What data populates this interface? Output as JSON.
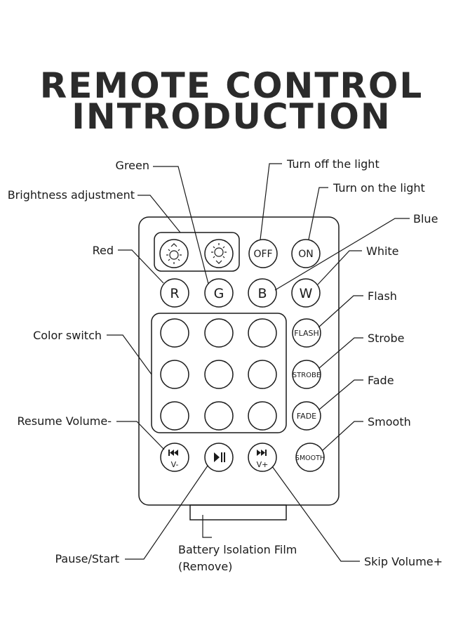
{
  "title_lines": [
    "REMOTE CONTROL",
    "INTRODUCTION"
  ],
  "labels": {
    "green": "Green",
    "brightness": "Brightness adjustment",
    "red": "Red",
    "color_switch": "Color switch",
    "resume_volume": "Resume Volume-",
    "pause_start": "Pause/Start",
    "battery_line1": "Battery lsolation Film",
    "battery_line2": "(Remove)",
    "turn_off": "Turn off the light",
    "turn_on": "Turn on the light",
    "blue": "Blue",
    "white": "White",
    "flash": "Flash",
    "strobe": "Strobe",
    "fade": "Fade",
    "smooth": "Smooth",
    "skip_volume": "Skip Volume+"
  },
  "buttons": {
    "off": "OFF",
    "on": "ON",
    "r": "R",
    "g": "G",
    "b": "B",
    "w": "W",
    "flash": "FLASH",
    "strobe": "STROBE",
    "fade": "FADE",
    "smooth": "SMOOTH",
    "v_minus": "V-",
    "v_plus": "V+"
  },
  "icons": {
    "brightness_up": "sun-up-arrow-icon",
    "brightness_down": "sun-down-arrow-icon",
    "previous": "previous-track-icon",
    "play_pause": "play-pause-icon",
    "next": "next-track-icon"
  },
  "colors": {
    "outline": "#1a1a1a",
    "title": "#2b2b2b"
  }
}
